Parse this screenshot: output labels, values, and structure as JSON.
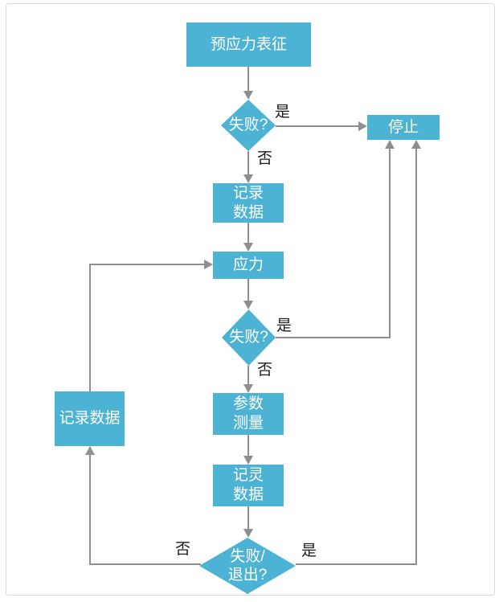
{
  "colors": {
    "node_fill": "#4DB3D4",
    "node_text": "#FFFFFF",
    "connector": "#8F8F8F",
    "label_text": "#1B1B1B",
    "frame_border": "#DBDBDB",
    "background": "#FFFFFF"
  },
  "nodes": {
    "start": {
      "label": "预应力表征"
    },
    "decision1": {
      "label": "失败?"
    },
    "record1": {
      "label": "记录\n数据"
    },
    "stress": {
      "label": "应力"
    },
    "decision2": {
      "label": "失败?"
    },
    "params": {
      "label": "参数\n测量"
    },
    "record2": {
      "label": "记灵\n数据"
    },
    "decision3": {
      "label": "失败/\n退出?"
    },
    "stop": {
      "label": "停止"
    },
    "record_left": {
      "label": "记录数据"
    }
  },
  "edge_labels": {
    "d1_yes": "是",
    "d1_no": "否",
    "d2_yes": "是",
    "d2_no": "否",
    "d3_yes": "是",
    "d3_no": "否"
  }
}
